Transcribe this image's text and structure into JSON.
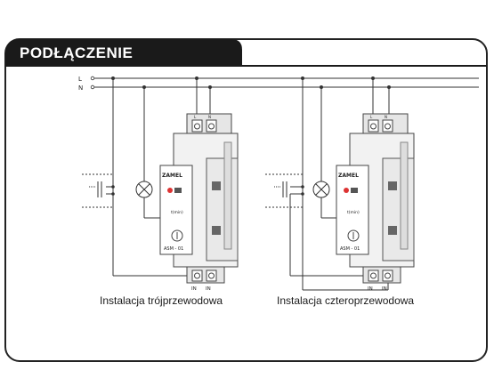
{
  "header": {
    "title": "PODŁĄCZENIE"
  },
  "lines": {
    "L": "L",
    "N": "N"
  },
  "modules": [
    {
      "brand": "ZAMEL",
      "model": "ASM - 01",
      "time_label": "t(min)",
      "top_terminals": [
        "L",
        "N"
      ],
      "bottom_terminals": [
        "IN",
        "IN"
      ],
      "caption": "Instalacja trójprzewodowa"
    },
    {
      "brand": "ZAMEL",
      "model": "ASM - 01",
      "time_label": "t(min)",
      "top_terminals": [
        "L",
        "N"
      ],
      "bottom_terminals": [
        "IN",
        "IN"
      ],
      "caption": "Instalacja czteroprzewodowa"
    }
  ],
  "colors": {
    "header_bg": "#1a1a1a",
    "line": "#333333",
    "module_body": "#f2f2f2"
  }
}
